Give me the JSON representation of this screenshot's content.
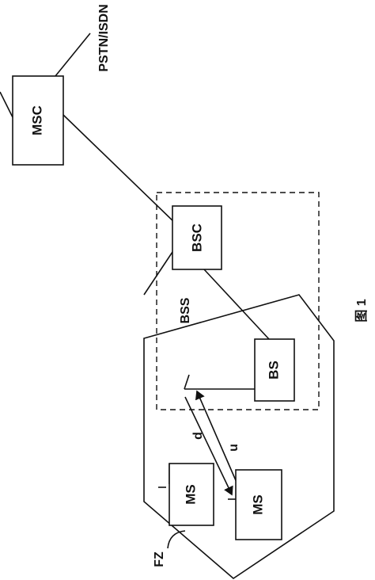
{
  "diagram": {
    "nodes": {
      "msc": "MSC",
      "bsc": "BSC",
      "bs": "BS",
      "ms_upper": "MS",
      "ms_lower": "MS"
    },
    "labels": {
      "pstn": "PSTN/ISDN",
      "bss": "BSS",
      "fz": "FZ",
      "downlink": "d",
      "uplink": "u"
    },
    "caption": "图 1"
  }
}
